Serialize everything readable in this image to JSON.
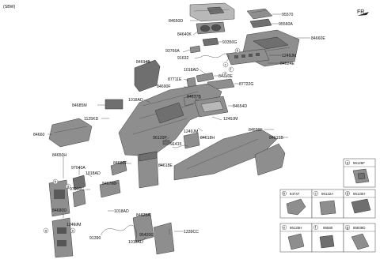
{
  "header": {
    "code": "(SBW)",
    "direction": "FR."
  },
  "labels": {
    "l84650D": "84650D",
    "l84640K": "84640K",
    "l95570": "95570",
    "l95560A": "95560A",
    "l84660E": "84660E",
    "l93350G": "93350G",
    "l93766A": "93766A",
    "l91632": "91632",
    "l84624E": "84624E",
    "l1249JM_a": "1249JM",
    "l84614B": "84614B",
    "l1018AD_a": "1018AD",
    "l84630E": "84630E",
    "l87711E": "87711E",
    "l84690F": "84690F",
    "l87722G": "87722G",
    "l1018AD_b": "1018AD",
    "l84685M": "84685M",
    "l84677B": "84677B",
    "l84654D": "84654D",
    "l1125KD": "1125KD",
    "l1249JM_b": "1249JM",
    "l84660": "84660",
    "l1249JM_c": "1249JM",
    "l84696F": "84696F",
    "l96120P": "96120P",
    "l84618H": "84618H",
    "l84615B": "84615B",
    "l91415": "91415",
    "l84650H": "84650H",
    "l97040A": "97040A",
    "l1018AD_c": "1018AD",
    "l84680F": "84680F",
    "l84618E": "84618E",
    "l97010C": "97010C",
    "l84670D": "84670D",
    "l1018AD_d": "1018AD",
    "l84680D": "84680D",
    "l1249JM_d": "1249JM",
    "l84635A": "84635A",
    "l95420G": "95420G",
    "l1339CC": "1339CC",
    "l1018AD_e": "1018AD",
    "l91390": "91390"
  },
  "insets": [
    {
      "letter": "a",
      "code": "96125F"
    },
    {
      "letter": "b",
      "code": "84747"
    },
    {
      "letter": "c",
      "code": "96122A"
    },
    {
      "letter": "d",
      "code": "95120H"
    },
    {
      "letter": "e",
      "code": "96125H"
    },
    {
      "letter": "f",
      "code": "95580"
    },
    {
      "letter": "g",
      "code": "85839D"
    }
  ],
  "callout_letters": {
    "a": "a",
    "b": "b",
    "c": "c",
    "d": "d",
    "e": "e",
    "f": "f",
    "g": "g"
  }
}
